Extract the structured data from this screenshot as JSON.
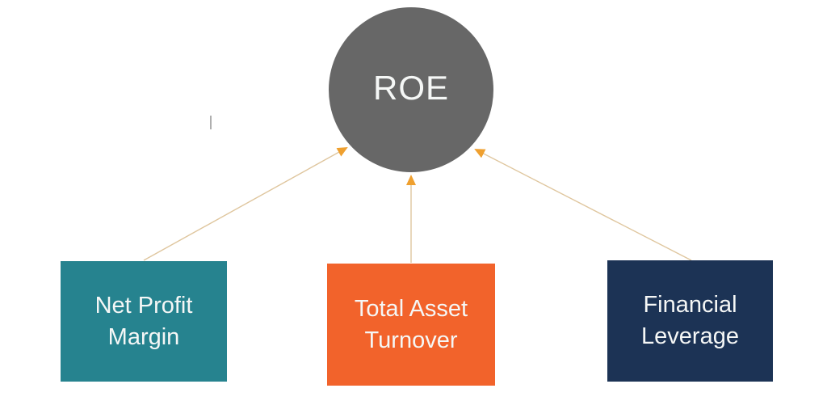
{
  "nodes": {
    "roe": {
      "label": "ROE",
      "shape": "circle"
    },
    "net_profit_margin": {
      "label": "Net Profit Margin",
      "shape": "rectangle"
    },
    "total_asset_turnover": {
      "label": "Total Asset Turnover",
      "shape": "rectangle"
    },
    "financial_leverage": {
      "label": "Financial Leverage",
      "shape": "rectangle"
    }
  },
  "edges": [
    {
      "from": "net_profit_margin",
      "to": "roe",
      "style": "arrow"
    },
    {
      "from": "total_asset_turnover",
      "to": "roe",
      "style": "arrow"
    },
    {
      "from": "financial_leverage",
      "to": "roe",
      "style": "arrow"
    }
  ],
  "colors": {
    "background": "#FFFFFF",
    "roe_circle": "#676767",
    "net_profit_margin_box": "#26838F",
    "total_asset_turnover_box": "#F2632B",
    "financial_leverage_box": "#1C3355",
    "arrow_line": "#DFC69E",
    "arrow_head": "#EFA02F",
    "node_text": "#F5F7F6"
  }
}
